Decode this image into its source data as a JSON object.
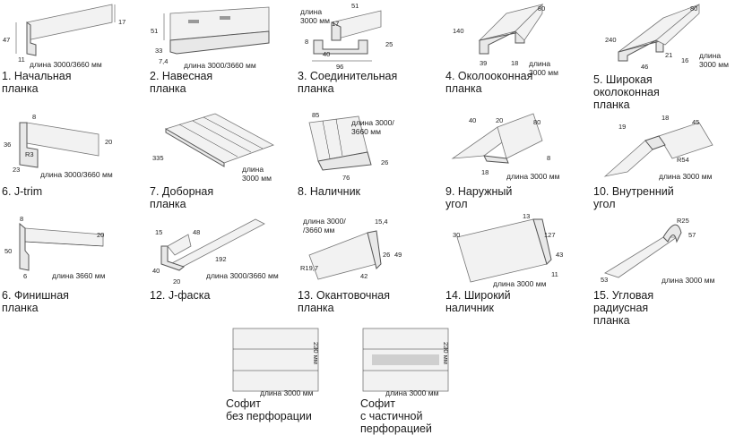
{
  "items": [
    {
      "caption": "1. Начальная\nпланка",
      "length": "длина 3000/3660 мм",
      "dims": [
        "17",
        "47",
        "11"
      ]
    },
    {
      "caption": "2. Навесная\nпланка",
      "length": "длина 3000/3660 мм",
      "dims": [
        "51",
        "33",
        "7,4"
      ]
    },
    {
      "caption": "3. Соединительная\nпланка",
      "length": "длина\n3000 мм",
      "dims": [
        "51",
        "17",
        "8",
        "25",
        "40",
        "96"
      ]
    },
    {
      "caption": "4. Околооконная\nпланка",
      "length": "длина\n3000 мм",
      "dims": [
        "80",
        "140",
        "39",
        "18"
      ]
    },
    {
      "caption": "5. Широкая\nоколоконная\nпланка",
      "length": "длина\n3000 мм",
      "dims": [
        "80",
        "240",
        "21",
        "46",
        "16"
      ]
    },
    {
      "caption": "6. J-trim",
      "length": "длина 3000/3660 мм",
      "dims": [
        "8",
        "36",
        "20",
        "R3",
        "23"
      ]
    },
    {
      "caption": "7. Доборная\nпланка",
      "length": "длина\n3000 мм",
      "dims": [
        "335"
      ]
    },
    {
      "caption": "8. Наличник",
      "length": "длина 3000/\n3660 мм",
      "dims": [
        "85",
        "26",
        "76"
      ]
    },
    {
      "caption": "9. Наружный\nугол",
      "length": "длина 3000 мм",
      "dims": [
        "40",
        "20",
        "80",
        "8",
        "18"
      ]
    },
    {
      "caption": "10. Внутренний\nугол",
      "length": "длина 3000 мм",
      "dims": [
        "19",
        "18",
        "45",
        "R54"
      ]
    },
    {
      "caption": "6. Финишная\nпланка",
      "length": "длина 3660 мм",
      "dims": [
        "8",
        "20",
        "50",
        "6"
      ]
    },
    {
      "caption": "12. J-фаска",
      "length": "длина 3000/3660 мм",
      "dims": [
        "15",
        "48",
        "192",
        "40",
        "20"
      ]
    },
    {
      "caption": "13. Окантовочная\nпланка",
      "length": "длина 3000/\n/3660 мм",
      "dims": [
        "15,4",
        "26",
        "49",
        "R19,7",
        "42"
      ]
    },
    {
      "caption": "14. Широкий\nналичник",
      "length": "длина 3000 мм",
      "dims": [
        "13",
        "30",
        "127",
        "43",
        "11"
      ]
    },
    {
      "caption": "15. Угловая\nрадиусная\nпланка",
      "length": "длина 3000 мм",
      "dims": [
        "R25",
        "57",
        "53"
      ]
    }
  ],
  "soffits": [
    {
      "caption": "Софит\nбез перфорации",
      "length": "длина 3000 мм",
      "dim": "230 мм"
    },
    {
      "caption": "Софит\nс частичной\nперфорацией",
      "length": "длина 3000 мм",
      "dim": "230 мм"
    }
  ]
}
